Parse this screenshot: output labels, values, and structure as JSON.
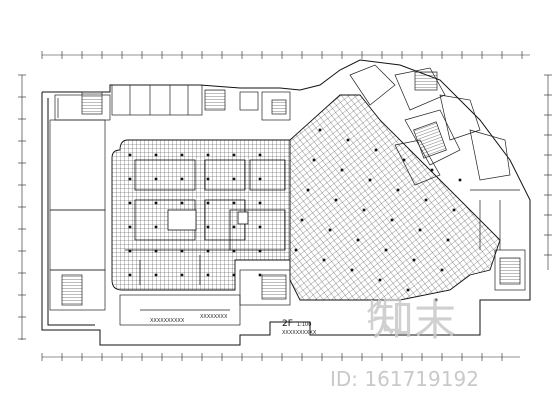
{
  "drawing": {
    "title": "2F",
    "title_note": "1:100",
    "subtitle": "XXXXXXXXXX",
    "room_label_1": "XXXXXXXXXX",
    "room_label_2": "XXXXXXXX"
  },
  "watermark": {
    "logo_text": "知末",
    "id_text": "ID: 161719192"
  },
  "colors": {
    "line": "#1a1a1a",
    "grid": "#4a4a4a",
    "background": "#ffffff",
    "watermark": "#c8c8c8"
  }
}
